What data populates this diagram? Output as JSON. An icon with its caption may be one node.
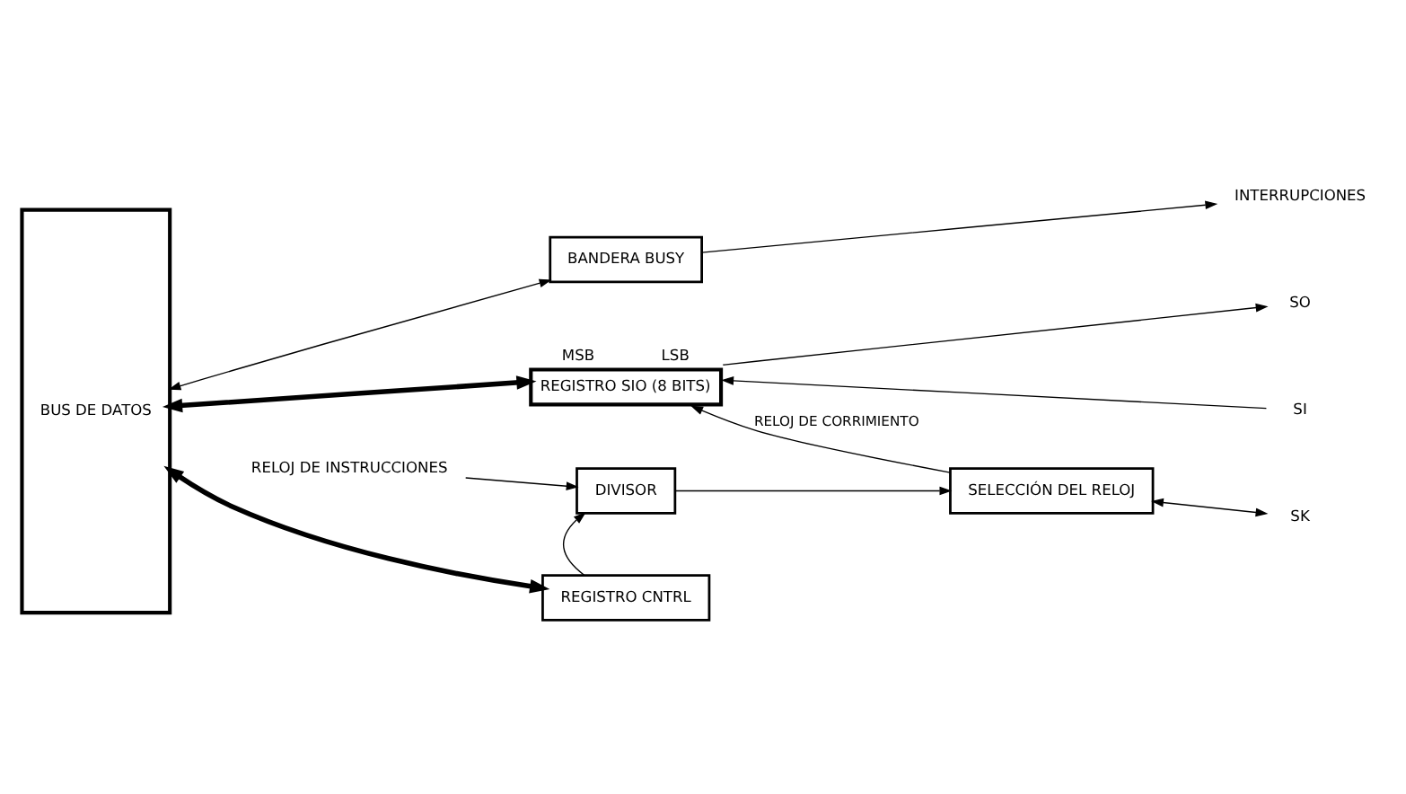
{
  "diagram": {
    "nodes": [
      {
        "text": [
          "BUS DE DATOS"
        ]
      },
      {
        "text": [
          "BANDERA BUSY"
        ]
      },
      {
        "text": [
          "REGISTRO SIO (8 BITS)"
        ],
        "beside": [
          "MSB",
          "LSB"
        ]
      },
      {
        "text": [
          "DIVISOR"
        ]
      },
      {
        "text": [
          "SELECCIÓN DEL RELOJ"
        ]
      },
      {
        "text": [
          "REGISTRO CNTRL"
        ]
      },
      {
        "text": [
          "INTERRUPCIONES"
        ]
      },
      {
        "text": [
          "SO"
        ]
      },
      {
        "text": [
          "SI"
        ]
      },
      {
        "text": [
          "SK"
        ]
      },
      {
        "text": [
          "RELOJ DE INSTRUCCIONES"
        ]
      }
    ],
    "edges": [
      {
        "from": 0,
        "to": 1,
        "arrow": "both"
      },
      {
        "from": 1,
        "to": 6,
        "arrow": "to"
      },
      {
        "from": 2,
        "to": 7,
        "arrow": "to"
      },
      {
        "from": 8,
        "to": 2,
        "arrow": "to"
      },
      {
        "from": 0,
        "to": 2,
        "arrow": "both",
        "style": "thick"
      },
      {
        "from": 4,
        "to": 2,
        "arrow": "to",
        "label": "RELOJ DE CORRIMIENTO"
      },
      {
        "from": 10,
        "to": 3,
        "arrow": "to"
      },
      {
        "from": 3,
        "to": 4,
        "arrow": "to"
      },
      {
        "from": 4,
        "to": 9,
        "arrow": "both"
      },
      {
        "from": 5,
        "to": 3,
        "arrow": "to"
      },
      {
        "from": 0,
        "to": 5,
        "arrow": "both",
        "style": "thick"
      }
    ]
  }
}
